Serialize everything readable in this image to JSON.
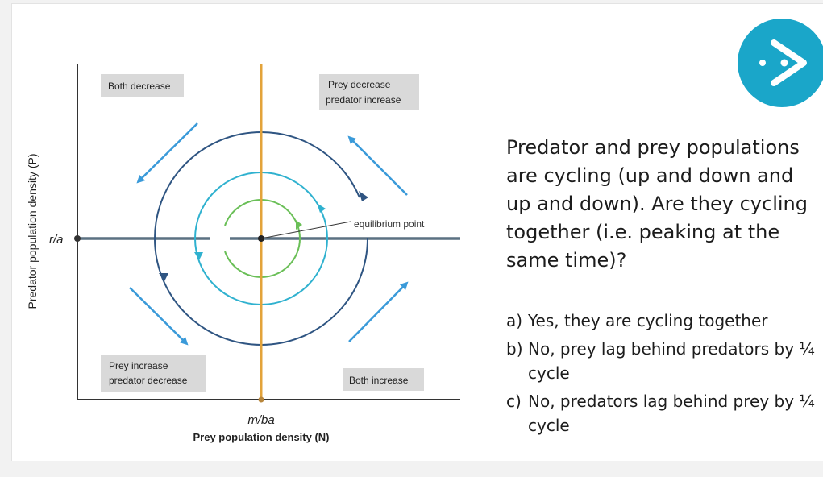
{
  "diagram": {
    "quadrants": {
      "top_left": [
        "Both decrease"
      ],
      "top_right": [
        "Prey decrease",
        "predator  increase"
      ],
      "bottom_left": [
        "Prey increase",
        "predator decrease"
      ],
      "bottom_right": [
        "Both increase"
      ]
    },
    "equilibrium_label": "equilibrium point",
    "y_intercept_label": "r/a",
    "x_intercept_label": "m/ba",
    "y_axis_label": "Predator population density (P)",
    "x_axis_label": "Prey population density  (N)",
    "colors": {
      "axis": "#333333",
      "vertical_isocline": "#e3a33a",
      "horizontal_isocline": "#5b7182",
      "outer_cycle": "#2f5582",
      "middle_cycle": "#2fb1cf",
      "inner_cycle": "#6abf57",
      "flow_arrows": "#3a9ad9",
      "label_box": "#d9d9d9"
    }
  },
  "question": {
    "text": "Predator and prey populations are cycling (up and down and up and down). Are they cycling together (i.e. peaking at the same time)?",
    "options": [
      {
        "letter": "a)",
        "text": "Yes, they are cycling together"
      },
      {
        "letter": "b)",
        "text": "No, prey lag behind predators by ¼ cycle"
      },
      {
        "letter": "c)",
        "text": "No, predators lag behind prey by ¼ cycle"
      }
    ]
  },
  "logo": {
    "icon": "play-icon",
    "color": "#1aa6c9"
  }
}
